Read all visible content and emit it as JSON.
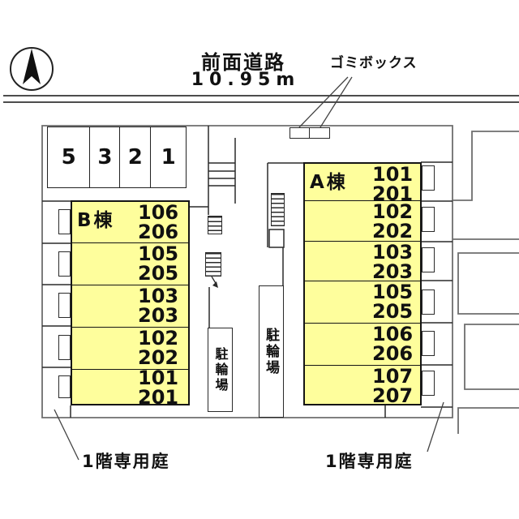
{
  "road": {
    "name": "前面道路",
    "width_label": "10.95m"
  },
  "garbage": {
    "label": "ゴミボックス"
  },
  "parking": {
    "spaces": [
      "5",
      "3",
      "2",
      "1"
    ]
  },
  "buildings": {
    "b": {
      "name": "B棟",
      "rows": [
        {
          "f1": "106",
          "f2": "206"
        },
        {
          "f1": "105",
          "f2": "205"
        },
        {
          "f1": "103",
          "f2": "203"
        },
        {
          "f1": "102",
          "f2": "202"
        },
        {
          "f1": "101",
          "f2": "201"
        }
      ]
    },
    "a": {
      "name": "A棟",
      "rows": [
        {
          "f1": "101",
          "f2": "201"
        },
        {
          "f1": "102",
          "f2": "202"
        },
        {
          "f1": "103",
          "f2": "203"
        },
        {
          "f1": "105",
          "f2": "205"
        },
        {
          "f1": "106",
          "f2": "206"
        },
        {
          "f1": "107",
          "f2": "207"
        }
      ]
    }
  },
  "bicycle": {
    "left": "駐輪場",
    "right": "駐輪場"
  },
  "gardens": {
    "left": "1階専用庭",
    "right": "1階専用庭"
  },
  "colors": {
    "building_fill": "#FEFE9C",
    "line": "#2a2a2a",
    "boundary": "#6e6e6e"
  }
}
